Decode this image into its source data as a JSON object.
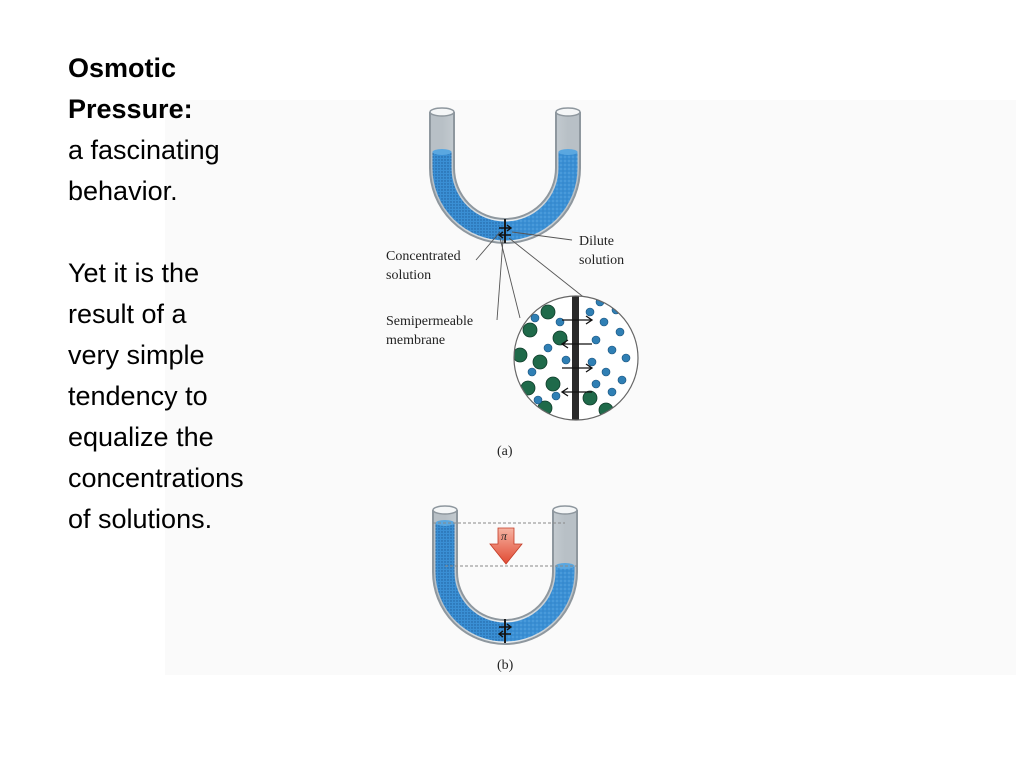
{
  "slide": {
    "title_lines": [
      "Osmotic",
      "Pressure:"
    ],
    "intro_lines": [
      "a fascinating",
      "behavior."
    ],
    "body_lines": [
      "Yet it is the",
      "result of a",
      "very simple",
      "tendency to",
      "equalize the",
      "concentrations",
      "of solutions."
    ]
  },
  "figure": {
    "panel_a": {
      "label_concentrated": [
        "Concentrated",
        "solution"
      ],
      "label_dilute": [
        "Dilute",
        "solution"
      ],
      "label_membrane": [
        "Semipermeable",
        "membrane"
      ],
      "caption": "(a)"
    },
    "panel_b": {
      "pressure_symbol": "π",
      "caption": "(b)"
    },
    "colors": {
      "solution_blue": "#3a8fd4",
      "tube_wall": "#9aa3aa",
      "molecule_large": "#1f6a4a",
      "molecule_small": "#2f7fb4",
      "arrow_red": "#e5533d"
    }
  }
}
